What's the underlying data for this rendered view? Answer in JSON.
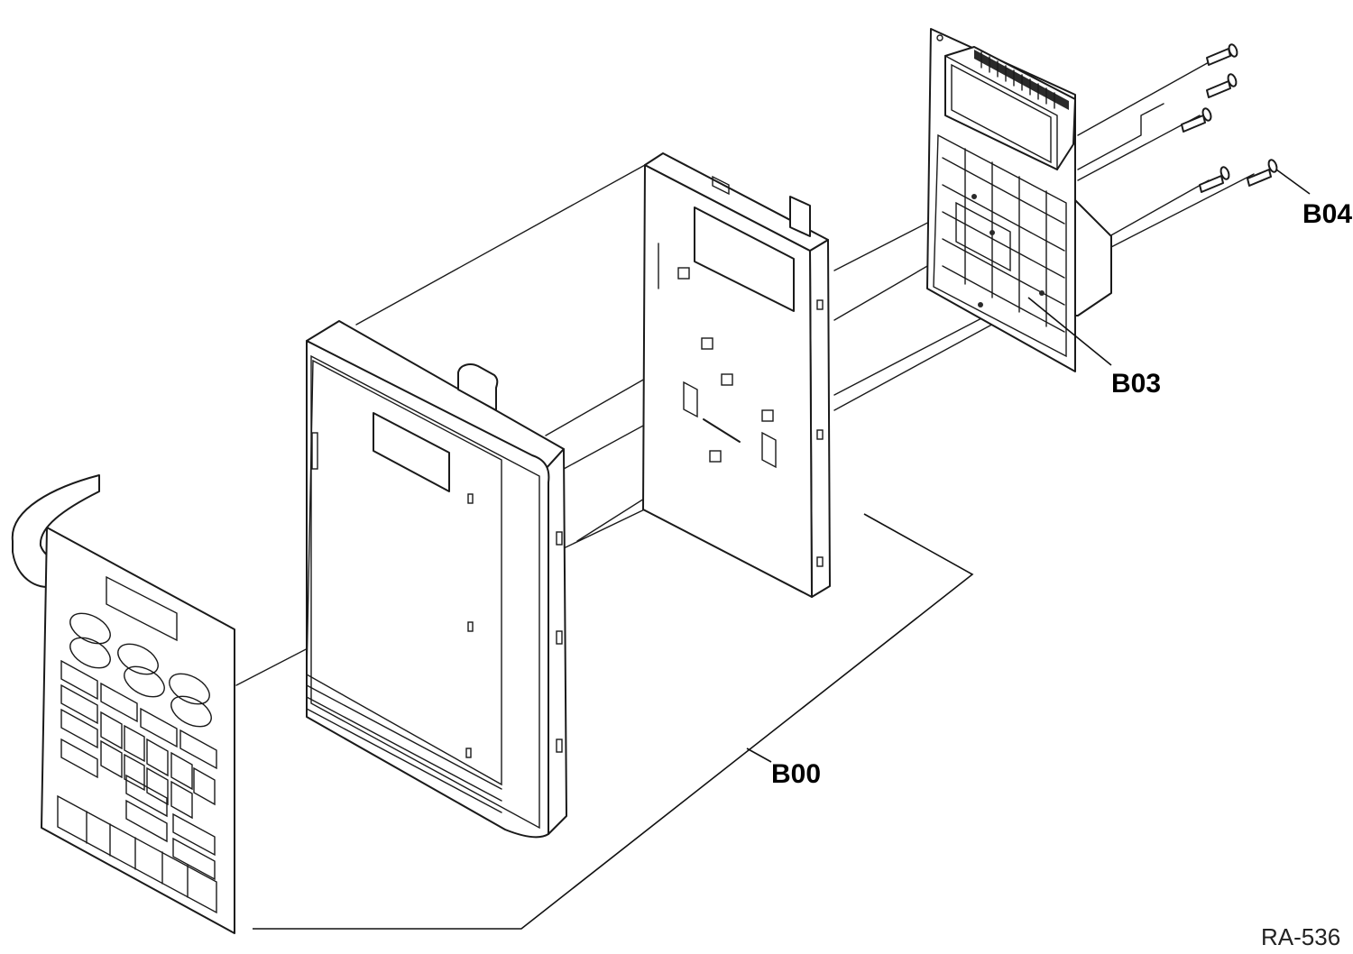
{
  "labels": {
    "b00": "B00",
    "b03": "B03",
    "b04": "B04"
  },
  "drawing_ref": "RA-536",
  "colors": {
    "line": "#1a1a1a",
    "background": "#ffffff"
  }
}
